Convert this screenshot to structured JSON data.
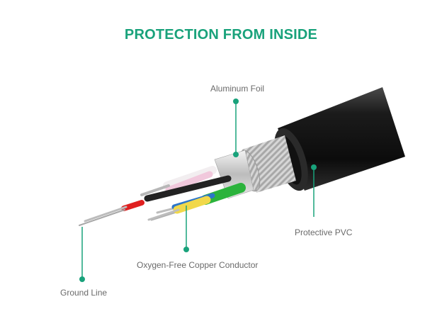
{
  "title": "PROTECTION FROM INSIDE",
  "labels": {
    "aluminum_foil": "Aluminum Foil",
    "protective_pvc": "Protective PVC",
    "copper_conductor": "Oxygen-Free Copper Conductor",
    "ground_line": "Ground Line"
  },
  "colors": {
    "accent": "#19a27b",
    "jacket": "#1c1c1c",
    "braid": "#c9c9c9",
    "label_text": "#6a6a6a"
  }
}
